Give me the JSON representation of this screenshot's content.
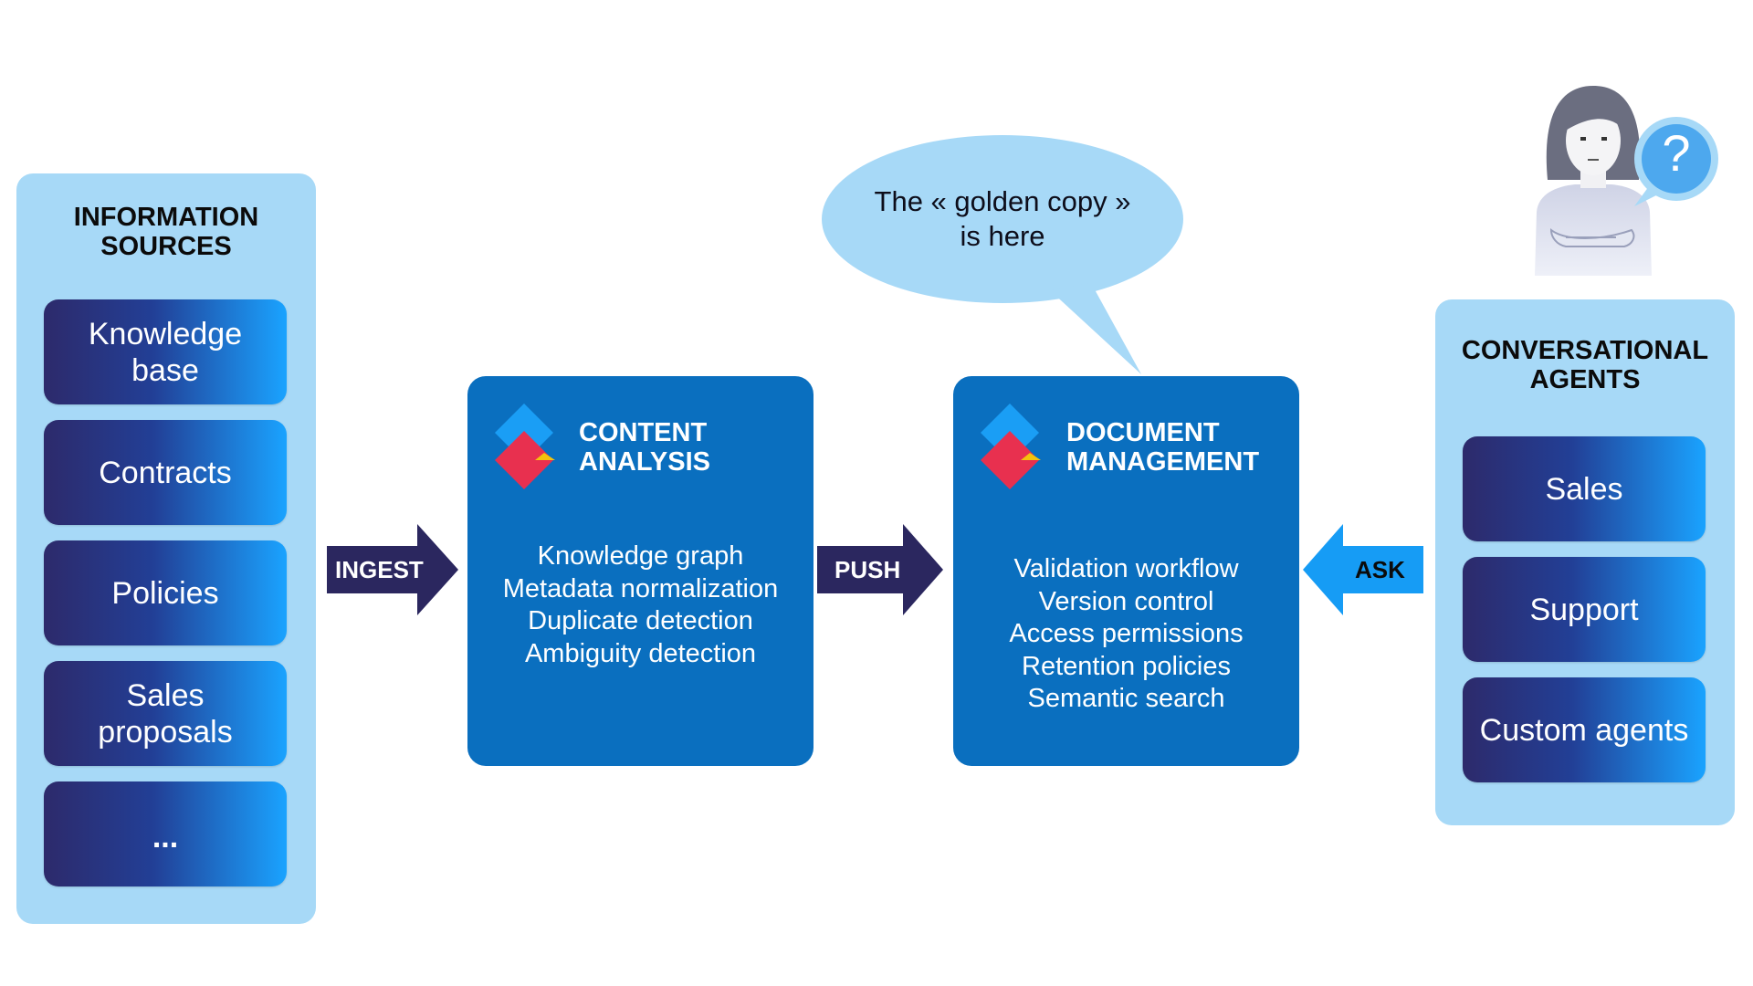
{
  "sources": {
    "title": "INFORMATION\nSOURCES",
    "items": [
      "Knowledge\nbase",
      "Contracts",
      "Policies",
      "Sales\nproposals",
      "..."
    ]
  },
  "arrows": {
    "ingest": "INGEST",
    "push": "PUSH",
    "ask": "ASK"
  },
  "content_analysis": {
    "title": "CONTENT\nANALYSIS",
    "lines": [
      "Knowledge graph",
      "Metadata normalization",
      "Duplicate detection",
      "Ambiguity detection"
    ]
  },
  "document_management": {
    "title": "DOCUMENT\nMANAGEMENT",
    "lines": [
      "Validation workflow",
      "Version control",
      "Access permissions",
      "Retention policies",
      "Semantic search"
    ]
  },
  "bubble": {
    "line1": "The « golden copy »",
    "line2": "is here"
  },
  "agents": {
    "title": "CONVERSATIONAL\nAGENTS",
    "items": [
      "Sales",
      "Support",
      "Custom agents"
    ]
  },
  "user": {
    "question_mark": "?"
  },
  "colors": {
    "panel_bg": "#a7d9f7",
    "box_bg": "#0a6fbf",
    "dark_arrow": "#2b275f",
    "ask_arrow": "#169cf5",
    "pill_gradient_start": "#2d2a6b",
    "pill_gradient_end": "#1aa3ff"
  }
}
